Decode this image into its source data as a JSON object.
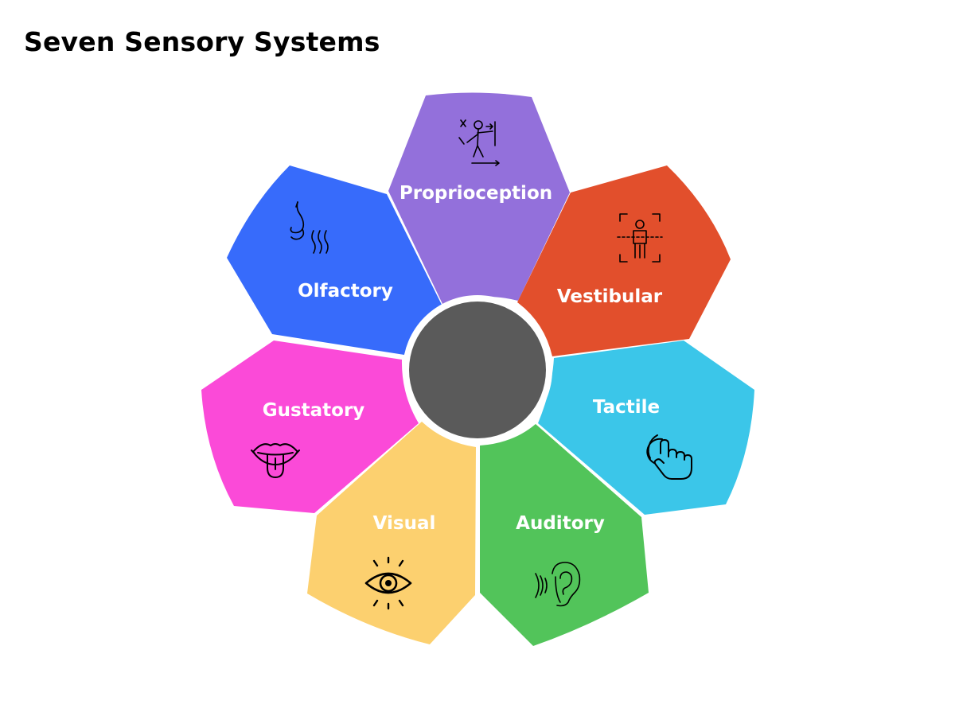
{
  "title": "Seven Sensory Systems",
  "center": {
    "color": "#5a5a5a"
  },
  "petals": [
    {
      "id": "proprioception",
      "label": "Proprioception",
      "color": "#9370db",
      "icon": "body-position-icon"
    },
    {
      "id": "vestibular",
      "label": "Vestibular",
      "color": "#e24f2c",
      "icon": "balance-icon"
    },
    {
      "id": "tactile",
      "label": "Tactile",
      "color": "#3bc6e9",
      "icon": "touch-hand-icon"
    },
    {
      "id": "auditory",
      "label": "Auditory",
      "color": "#52c45a",
      "icon": "ear-icon"
    },
    {
      "id": "visual",
      "label": "Visual",
      "color": "#fcd06f",
      "icon": "eye-icon"
    },
    {
      "id": "gustatory",
      "label": "Gustatory",
      "color": "#fb4ad8",
      "icon": "tongue-icon"
    },
    {
      "id": "olfactory",
      "label": "Olfactory",
      "color": "#376bfb",
      "icon": "nose-icon"
    }
  ]
}
